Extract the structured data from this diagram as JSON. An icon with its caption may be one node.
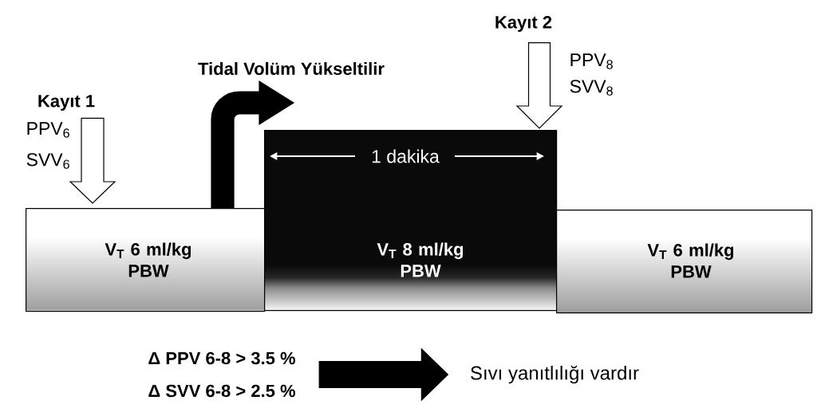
{
  "diagram": {
    "nodes": [
      {
        "text": [
          "Kayıt 1"
        ]
      },
      {
        "text": [
          "V$_{T}$ 6 ml/kg PBW"
        ]
      },
      {
        "text": [
          "1 dakika",
          "V$_{T}$ 8 ml/kg PBW"
        ]
      },
      {
        "text": [
          "Kayıt 2"
        ]
      },
      {
        "text": [
          "V$_{T}$ 6 ml/kg PBW"
        ]
      },
      {
        "text": [
          "Δ PPV 6-8 > 3.5 %",
          "Δ SVV 6-8 > 2.5 %"
        ]
      },
      {
        "text": [
          "Sıvı yanıtlılığı vardır"
        ]
      }
    ],
    "edges": [
      {
        "from": 0,
        "to": 1,
        "arrow": "to"
      },
      {
        "from": 3,
        "to": 2,
        "arrow": "to"
      },
      {
        "from": 1,
        "to": 2,
        "arrow": "to",
        "label": "Tidal Volüm Yükseltilir"
      },
      {
        "from": 5,
        "to": 6,
        "arrow": "to"
      }
    ],
    "labels": [
      "PPV$_{6}$",
      "SVV$_{6}$",
      "PPV$_{8}$",
      "SVV$_{8}$"
    ]
  }
}
